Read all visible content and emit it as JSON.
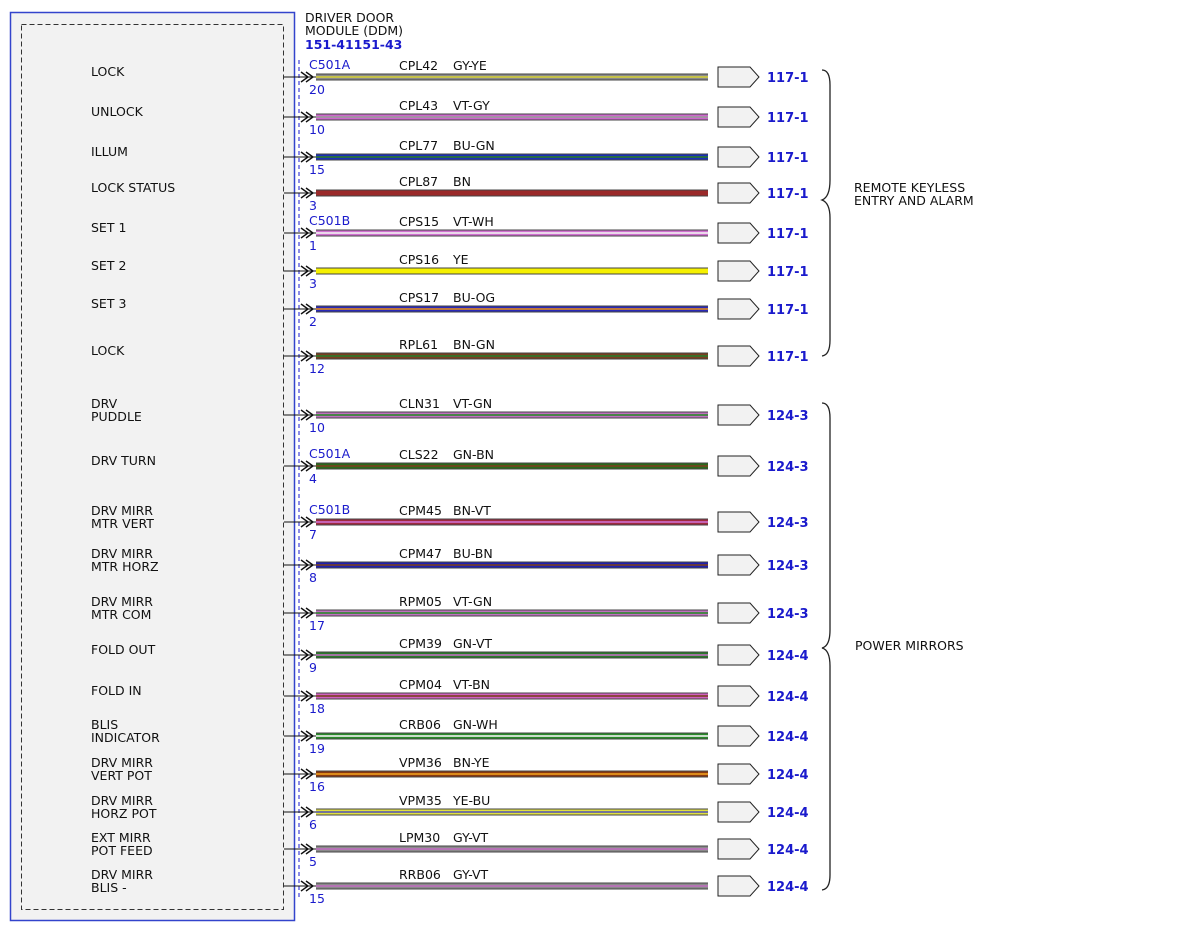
{
  "module": {
    "title_line1": "DRIVER DOOR",
    "title_line2": "MODULE (DDM)",
    "part_number": "151-41151-43"
  },
  "circuits": [
    {
      "signal": [
        "LOCK"
      ],
      "connector": "C501A",
      "pin": "20",
      "circuit": "CPL42",
      "color_code": "GY-YE",
      "colors": [
        "#8a8a8a",
        "#d4cf3a"
      ],
      "ref": "117-1"
    },
    {
      "signal": [
        "UNLOCK"
      ],
      "connector": "",
      "pin": "10",
      "circuit": "CPL43",
      "color_code": "VT-GY",
      "colors": [
        "#cc66cc",
        "#9a9a9a"
      ],
      "ref": "117-1"
    },
    {
      "signal": [
        "ILLUM"
      ],
      "connector": "",
      "pin": "15",
      "circuit": "CPL77",
      "color_code": "BU-GN",
      "colors": [
        "#1a2fb8",
        "#2a7a2a"
      ],
      "ref": "117-1"
    },
    {
      "signal": [
        "LOCK STATUS"
      ],
      "connector": "",
      "pin": "3",
      "circuit": "CPL87",
      "color_code": "BN",
      "colors": [
        "#9b2a2a",
        "#9b2a2a"
      ],
      "ref": "117-1"
    },
    {
      "signal": [
        "SET 1"
      ],
      "connector": "C501B",
      "pin": "1",
      "circuit": "CPS15",
      "color_code": "VT-WH",
      "colors": [
        "#d070d0",
        "#f2f2f2"
      ],
      "ref": "117-1"
    },
    {
      "signal": [
        "SET 2"
      ],
      "connector": "",
      "pin": "3",
      "circuit": "CPS16",
      "color_code": "YE",
      "colors": [
        "#f5f000",
        "#f5f000"
      ],
      "ref": "117-1"
    },
    {
      "signal": [
        "SET 3"
      ],
      "connector": "",
      "pin": "2",
      "circuit": "CPS17",
      "color_code": "BU-OG",
      "colors": [
        "#2a2ab8",
        "#e08a20"
      ],
      "ref": "117-1"
    },
    {
      "signal": [
        "LOCK"
      ],
      "connector": "",
      "pin": "12",
      "circuit": "RPL61",
      "color_code": "BN-GN",
      "colors": [
        "#7a4020",
        "#2a7a2a"
      ],
      "ref": "117-1"
    },
    {
      "signal": [
        "DRV",
        "PUDDLE"
      ],
      "connector": "",
      "pin": "10",
      "circuit": "CLN31",
      "color_code": "VT-GN",
      "colors": [
        "#c070c0",
        "#2a8a2a"
      ],
      "ref": "124-3"
    },
    {
      "signal": [
        "DRV TURN"
      ],
      "connector": "C501A",
      "pin": "4",
      "circuit": "CLS22",
      "color_code": "GN-BN",
      "colors": [
        "#2a6a1a",
        "#7a4020"
      ],
      "ref": "124-3"
    },
    {
      "signal": [
        "DRV MIRR",
        "MTR VERT"
      ],
      "connector": "C501B",
      "pin": "7",
      "circuit": "CPM45",
      "color_code": "BN-VT",
      "colors": [
        "#a02a40",
        "#d070d0"
      ],
      "ref": "124-3"
    },
    {
      "signal": [
        "DRV MIRR",
        "MTR HORZ"
      ],
      "connector": "",
      "pin": "8",
      "circuit": "CPM47",
      "color_code": "BU-BN",
      "colors": [
        "#2020b0",
        "#7a4020"
      ],
      "ref": "124-3"
    },
    {
      "signal": [
        "DRV MIRR",
        "MTR COM"
      ],
      "connector": "",
      "pin": "17",
      "circuit": "RPM05",
      "color_code": "VT-GN",
      "colors": [
        "#c070c0",
        "#2a8a2a"
      ],
      "ref": "124-3"
    },
    {
      "signal": [
        "FOLD OUT"
      ],
      "connector": "",
      "pin": "9",
      "circuit": "CPM39",
      "color_code": "GN-VT",
      "colors": [
        "#2a7a2a",
        "#c070c0"
      ],
      "ref": "124-4"
    },
    {
      "signal": [
        "FOLD IN"
      ],
      "connector": "",
      "pin": "18",
      "circuit": "CPM04",
      "color_code": "VT-BN",
      "colors": [
        "#d060c0",
        "#7a4020"
      ],
      "ref": "124-4"
    },
    {
      "signal": [
        "BLIS",
        "INDICATOR"
      ],
      "connector": "",
      "pin": "19",
      "circuit": "CRB06",
      "color_code": "GN-WH",
      "colors": [
        "#2a8a2a",
        "#f2f2f2"
      ],
      "ref": "124-4"
    },
    {
      "signal": [
        "DRV MIRR",
        "VERT POT"
      ],
      "connector": "",
      "pin": "16",
      "circuit": "VPM36",
      "color_code": "BN-YE",
      "colors": [
        "#8a3a10",
        "#f0a020"
      ],
      "ref": "124-4"
    },
    {
      "signal": [
        "DRV MIRR",
        "HORZ POT"
      ],
      "connector": "",
      "pin": "6",
      "circuit": "VPM35",
      "color_code": "YE-BU",
      "colors": [
        "#e0e040",
        "#5a5ab0"
      ],
      "ref": "124-4"
    },
    {
      "signal": [
        "EXT MIRR",
        "POT FEED"
      ],
      "connector": "",
      "pin": "5",
      "circuit": "LPM30",
      "color_code": "GY-VT",
      "colors": [
        "#8a8a8a",
        "#c070c0"
      ],
      "ref": "124-4"
    },
    {
      "signal": [
        "DRV MIRR",
        "BLIS -"
      ],
      "connector": "",
      "pin": "15",
      "circuit": "RRB06",
      "color_code": "GY-VT",
      "colors": [
        "#8a8a8a",
        "#c070c0"
      ],
      "ref": "124-4"
    }
  ],
  "groups": [
    {
      "line1": "REMOTE KEYLESS",
      "line2": "ENTRY AND ALARM"
    },
    {
      "line1": "POWER MIRRORS",
      "line2": ""
    }
  ],
  "colors": {
    "accent_blue": "#1a1acc",
    "module_fill": "#f2f2f2",
    "module_border": "#3344cc"
  }
}
